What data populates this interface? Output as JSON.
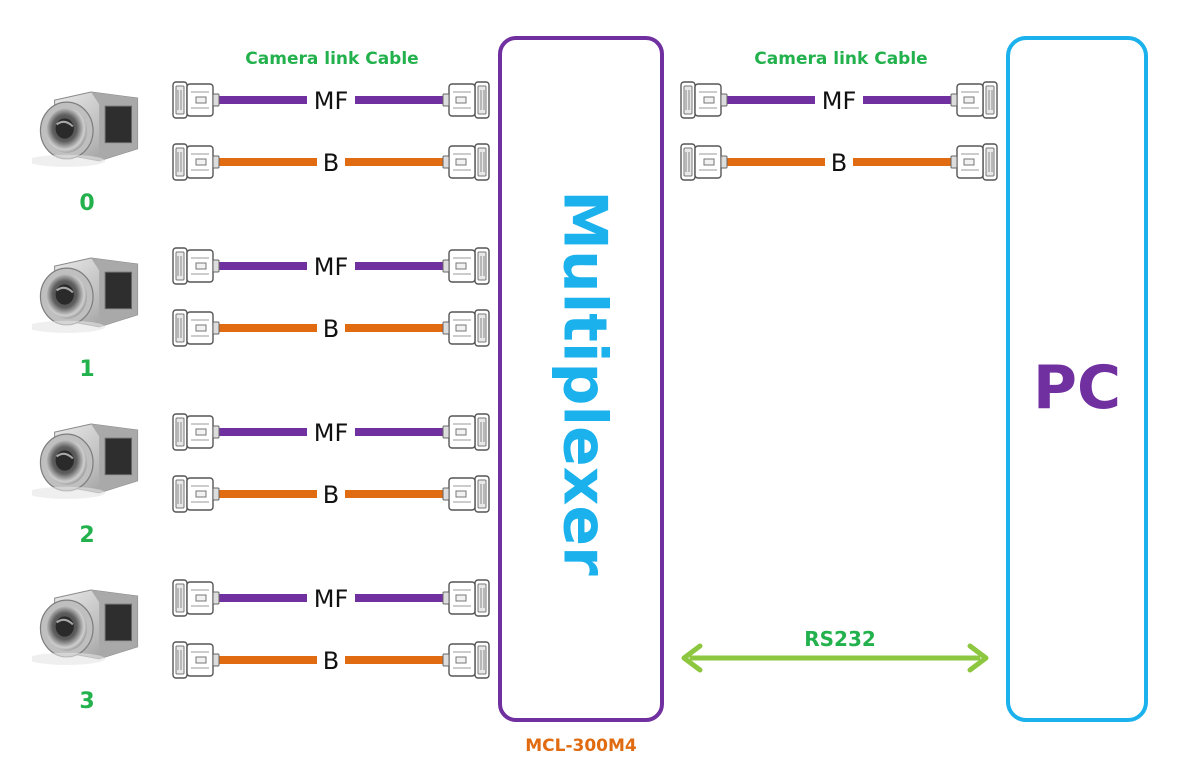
{
  "header": {
    "left_cable_title": "Camera link Cable",
    "right_cable_title": "Camera link Cable"
  },
  "cameras": [
    {
      "label": "0",
      "cables": [
        {
          "label": "MF",
          "color": "#7030a0"
        },
        {
          "label": "B",
          "color": "#e06b10"
        }
      ]
    },
    {
      "label": "1",
      "cables": [
        {
          "label": "MF",
          "color": "#7030a0"
        },
        {
          "label": "B",
          "color": "#e06b10"
        }
      ]
    },
    {
      "label": "2",
      "cables": [
        {
          "label": "MF",
          "color": "#7030a0"
        },
        {
          "label": "B",
          "color": "#e06b10"
        }
      ]
    },
    {
      "label": "3",
      "cables": [
        {
          "label": "MF",
          "color": "#7030a0"
        },
        {
          "label": "B",
          "color": "#e06b10"
        }
      ]
    }
  ],
  "multiplexer": {
    "title": "Multiplexer",
    "model": "MCL-300M4",
    "border_color": "#7030a0",
    "title_color": "#1ab1ec",
    "model_color": "#e06b10"
  },
  "pc_cables": [
    {
      "label": "MF",
      "color": "#7030a0"
    },
    {
      "label": "B",
      "color": "#e06b10"
    }
  ],
  "serial_link": {
    "label": "RS232",
    "color": "#8dc63f"
  },
  "pc": {
    "title": "PC",
    "border_color": "#1ab1ec",
    "title_color": "#7030a0"
  },
  "colors": {
    "label_green": "#22b14c"
  },
  "icons": {
    "camera": "camera-icon",
    "connector": "connector-icon",
    "arrow": "double-arrow-icon"
  }
}
